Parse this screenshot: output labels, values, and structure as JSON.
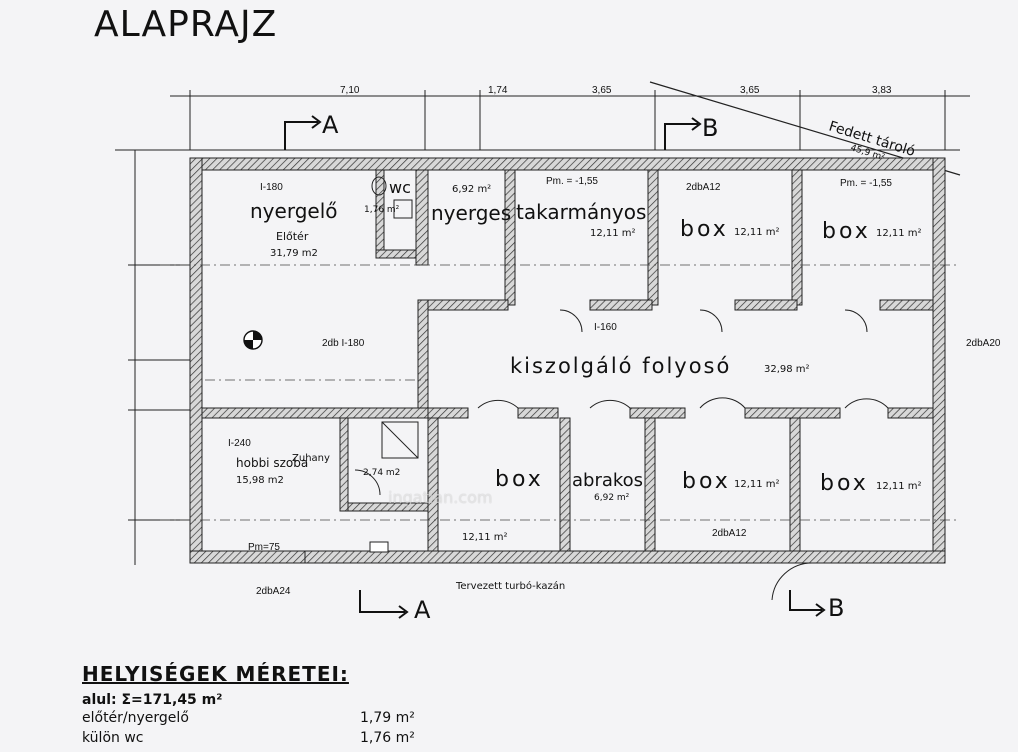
{
  "title": "ALAPRAJZ",
  "watermark": "ingatlan.com",
  "top_dims": [
    "7,10",
    "1,74",
    "3,65",
    "3,65",
    "3,83"
  ],
  "rooms": {
    "nyergelo": "nyergelő",
    "eloter": "Előtér",
    "eloter_area": "31,79 m2",
    "wc": "wc",
    "wc_area": "1,76 m²",
    "nyerges": "nyerges",
    "nyerges_area": "6,92 m²",
    "takarmanyos": "takarmányos",
    "takarmanyos_area": "12,11 m²",
    "box_top1": "box",
    "box_top1_area": "12,11 m²",
    "box_top2": "box",
    "box_top2_area": "12,11 m²",
    "folyoso": "kiszolgáló  folyosó",
    "folyoso_area": "32,98 m²",
    "hobbi": "hobbi szoba",
    "hobbi_area": "15,98 m2",
    "zuhany": "Zuhany",
    "zuhany_area": "2,74 m2",
    "box_bot1": "box",
    "box_bot1_area": "12,11 m²",
    "abrakos": "abrakos",
    "abrakos_area": "6,92 m²",
    "box_bot2": "box",
    "box_bot2_area": "12,11 m²",
    "box_bot3": "box",
    "box_bot3_area": "12,11 m²",
    "fedett": "Fedett tároló",
    "fedett_area": "45,9 m²",
    "kazan": "Tervezett turbó-kazán"
  },
  "section_marks": {
    "a": "A",
    "b": "B"
  },
  "notes": {
    "pm_top1": "Pm. = -1,55",
    "pm_top2": "Pm. = -1,55",
    "pm_bottom": "Pm=75",
    "dba12_top": "2dbA12",
    "dba12_bot": "2dbA12",
    "dba24": "2dbA24",
    "dba20": "2dbA20",
    "dbi180": "2db I-180",
    "i180": "I-180",
    "i160": "I-160",
    "i240": "I-240"
  },
  "legend": {
    "heading": "HELYISÉGEK MÉRETEI:",
    "total": "alul: Σ=171,45 m²",
    "rows": [
      {
        "name": "előtér/nyergelő",
        "value": "1,79 m²"
      },
      {
        "name": "külön wc",
        "value": "1,76 m²"
      }
    ]
  }
}
